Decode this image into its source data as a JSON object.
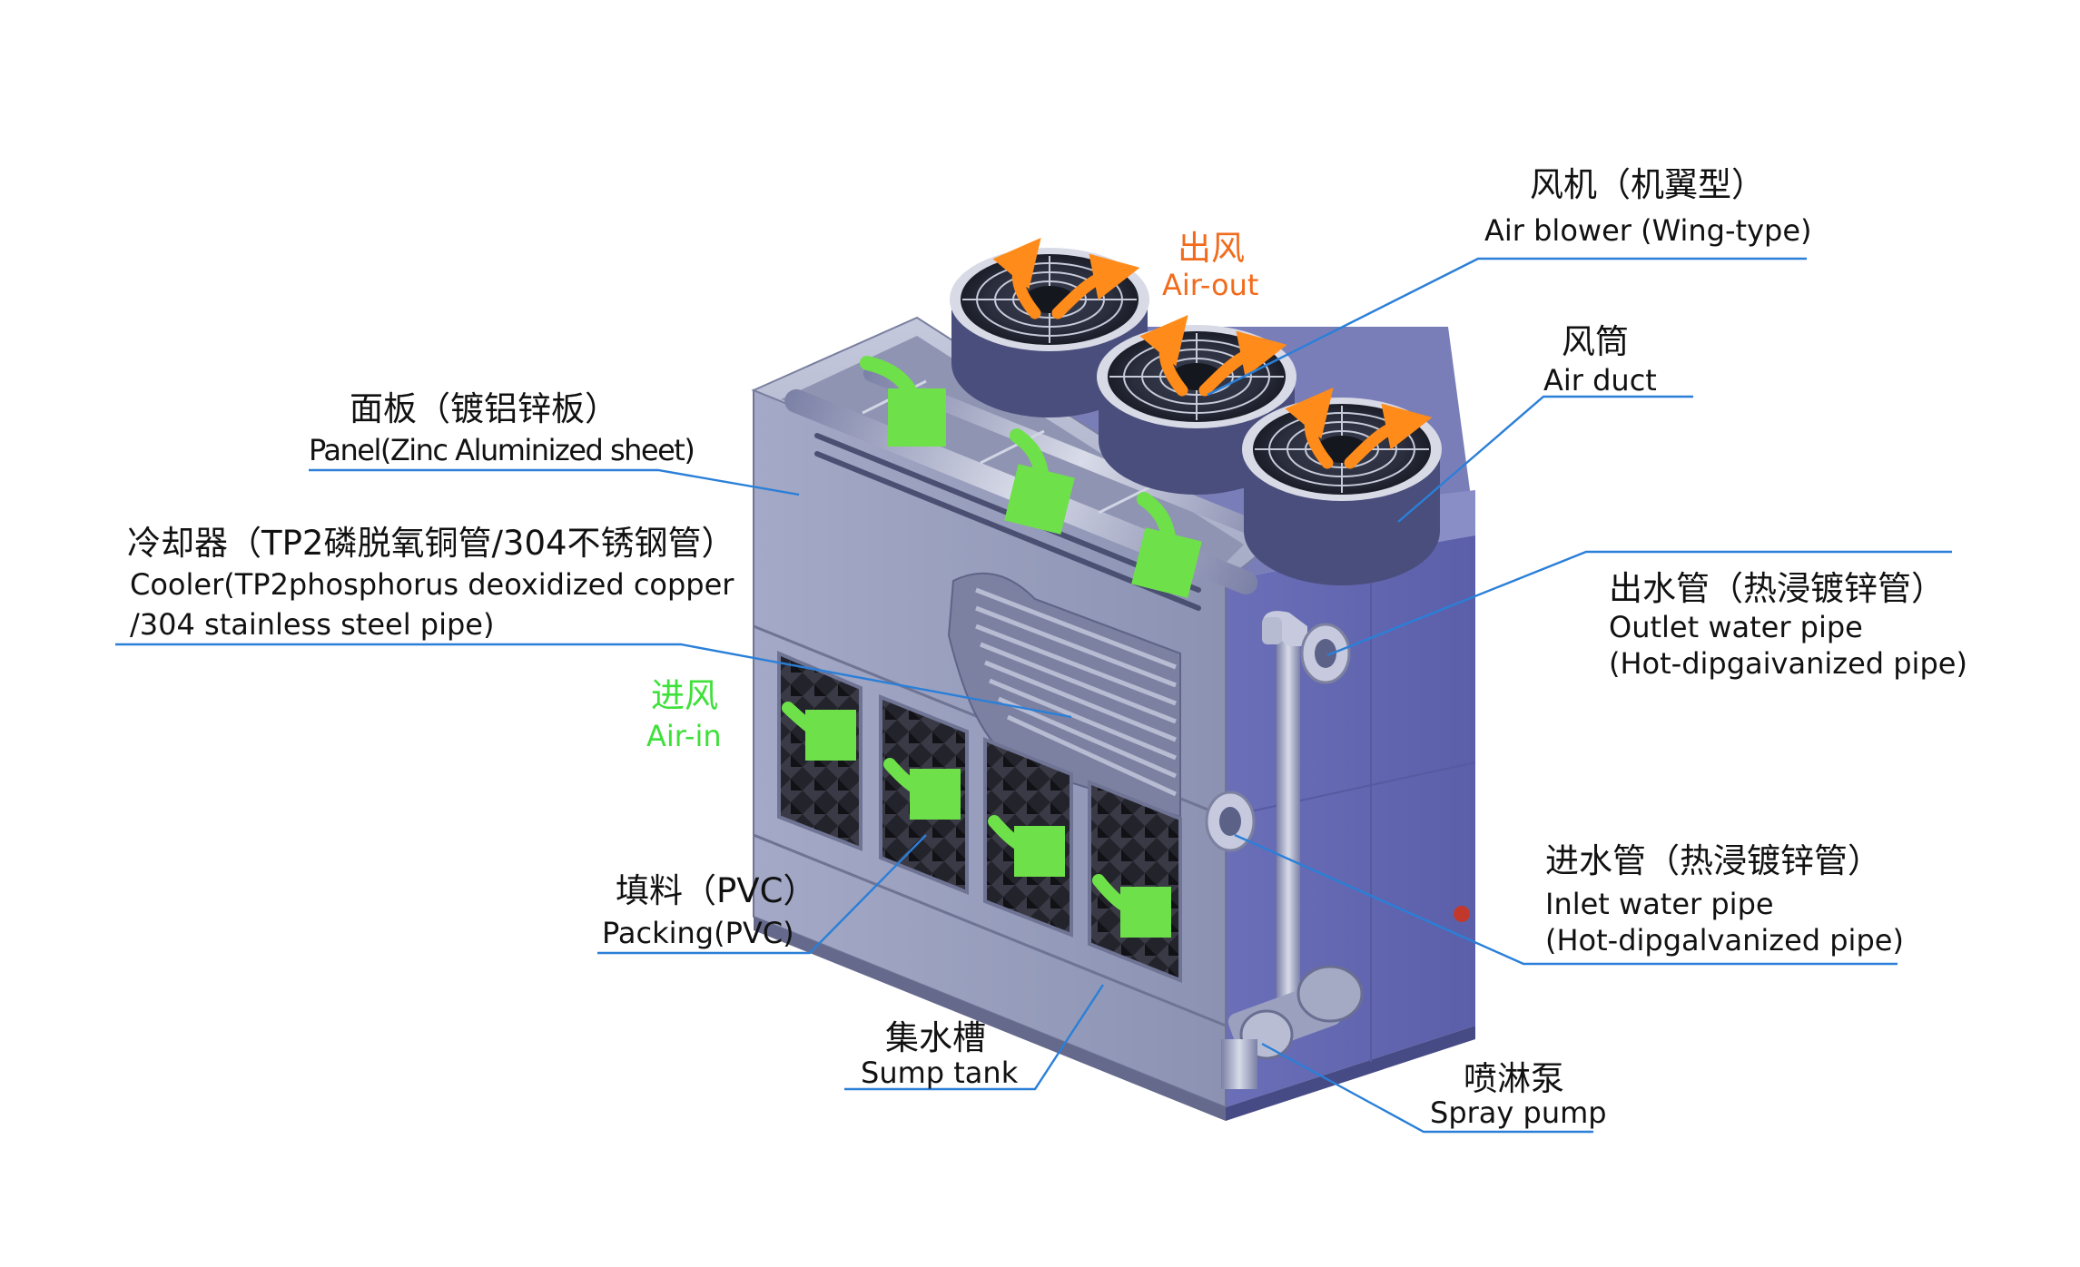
{
  "colors": {
    "air_out": "#f26b1d",
    "air_in": "#3ee03a",
    "leader_line": "#2a7fd8",
    "panel_front": "#8f96b4",
    "panel_side": "#6d70b8",
    "panel_top": "#a8aec8",
    "packing": "#1d1d24"
  },
  "labels": {
    "air_blower": {
      "zh": "风机（机翼型）",
      "en": "Air blower (Wing-type)"
    },
    "air_out": {
      "zh": "出风",
      "en": "Air-out"
    },
    "air_duct": {
      "zh": "风筒",
      "en": "Air duct"
    },
    "panel": {
      "zh": "面板（镀铝锌板）",
      "en": "Panel(Zinc Aluminized sheet)"
    },
    "cooler": {
      "zh": "冷却器（TP2磷脱氧铜管/304不锈钢管）",
      "en1": "Cooler(TP2phosphorus deoxidized copper",
      "en2": "/304 stainless steel pipe)"
    },
    "outlet": {
      "zh": "出水管（热浸镀锌管）",
      "en1": "Outlet water pipe",
      "en2": "(Hot-dipgaivanized pipe)"
    },
    "air_in": {
      "zh": "进风",
      "en": "Air-in"
    },
    "inlet": {
      "zh": "进水管（热浸镀锌管）",
      "en1": "Inlet water pipe",
      "en2": "(Hot-dipgalvanized pipe)"
    },
    "packing": {
      "zh": "填料（PVC）",
      "en": "Packing(PVC)"
    },
    "sump": {
      "zh": "集水槽",
      "en": "Sump tank"
    },
    "spray_pump": {
      "zh": "喷淋泵",
      "en": "Spray pump"
    }
  }
}
